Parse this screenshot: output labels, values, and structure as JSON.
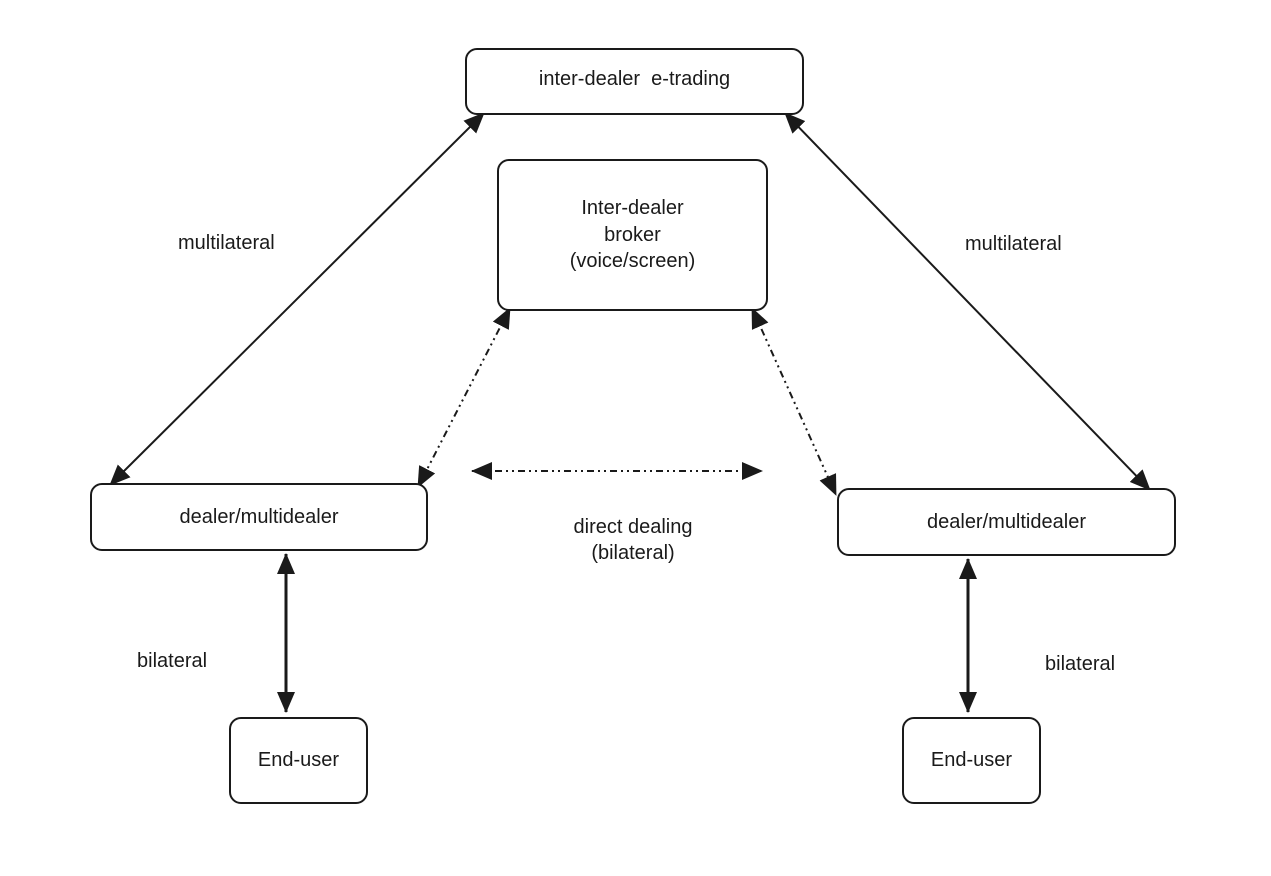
{
  "diagram": {
    "nodes": {
      "top": "inter-dealer  e-trading",
      "broker_line1": "Inter-dealer",
      "broker_line2": "broker",
      "broker_line3": "(voice/screen)",
      "dealer_left": "dealer/multidealer",
      "dealer_right": "dealer/multidealer",
      "enduser_left": "End-user",
      "enduser_right": "End-user"
    },
    "edge_labels": {
      "multilateral_left": "multilateral",
      "multilateral_right": "multilateral",
      "direct_line1": "direct dealing",
      "direct_line2": "(bilateral)",
      "bilateral_left": "bilateral",
      "bilateral_right": "bilateral"
    }
  }
}
